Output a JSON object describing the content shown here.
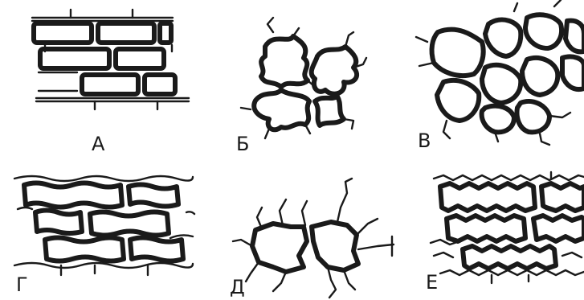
{
  "panels": [
    {
      "id": "A",
      "label": "А"
    },
    {
      "id": "B",
      "label": "Б"
    },
    {
      "id": "V",
      "label": "В"
    },
    {
      "id": "G",
      "label": "Г"
    },
    {
      "id": "D",
      "label": "Д"
    },
    {
      "id": "E",
      "label": "Е"
    }
  ]
}
